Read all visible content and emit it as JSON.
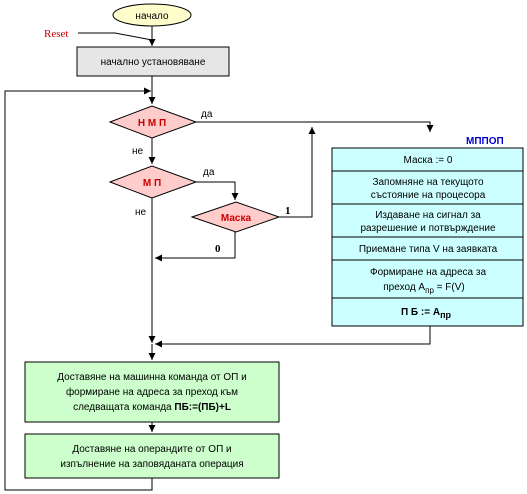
{
  "colors": {
    "start_fill": "#ffffcc",
    "process_fill": "#e6e6e6",
    "decision_fill": "#ffcccc",
    "mppop_fill": "#ccffff",
    "green_fill": "#ccffcc",
    "accent_red": "#cc0000",
    "accent_blue": "#0000cc"
  },
  "start_label": "начало",
  "reset_label": "Reset",
  "init_label": "начално установяване",
  "decisions": {
    "nmp": "Н М П",
    "mp": "М П",
    "mask": "Маска"
  },
  "branches": {
    "nmp_yes": "да",
    "nmp_no": "не",
    "mp_yes": "да",
    "mp_no": "не",
    "mask_one": "1",
    "mask_zero": "0"
  },
  "mppop": {
    "title": "МППОП",
    "rows": [
      {
        "line1": "Маска := 0"
      },
      {
        "line1": "Запомняне на текущото",
        "line2": "състояние на процесора"
      },
      {
        "line1": "Издаване на сигнал за",
        "line2": "разрешение и потвърждение"
      },
      {
        "line1": "Приемане типа V на заявката"
      },
      {
        "line1": "Формиране на адреса за",
        "line2_prefix": "преход  A",
        "line2_sub": "пр",
        "line2_suffix": " = F(V)"
      },
      {
        "line1_prefix": "П Б := A",
        "line1_sub": "пр"
      }
    ]
  },
  "fetch": {
    "line1": "Доставяне на машинна команда от ОП и",
    "line2": "формиране на адреса за преход към",
    "line3_prefix": "следващата команда  ",
    "line3_bold": "ПБ:=(ПБ)+L"
  },
  "execute": {
    "line1": "Доставяне на операндите от ОП и",
    "line2": "изпълнение на заповяданата операция"
  }
}
